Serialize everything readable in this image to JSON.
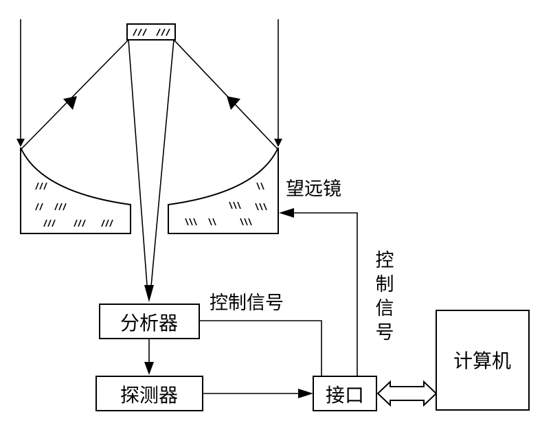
{
  "diagram": {
    "telescope_label": "望远镜",
    "control_signal_horizontal": "控制信号",
    "control_signal_vertical": [
      "控",
      "制",
      "信",
      "号"
    ],
    "analyzer_label": "分析器",
    "detector_label": "探测器",
    "interface_label": "接口",
    "computer_label": "计算机",
    "colors": {
      "line": "#000000",
      "background": "#ffffff"
    }
  }
}
